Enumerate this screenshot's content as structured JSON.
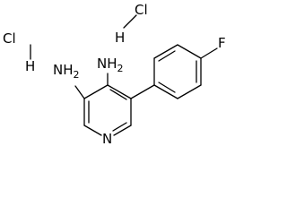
{
  "molecule": {
    "atom_labels": {
      "nh2_left": "NH",
      "nh2_left_sub": "2",
      "nh2_right": "NH",
      "nh2_right_sub": "2",
      "ring_nitrogen": "N",
      "fluorine": "F"
    },
    "salt": {
      "hcl_left_cl": "Cl",
      "hcl_left_h": "H",
      "hcl_right_cl": "Cl",
      "hcl_right_h": "H"
    }
  },
  "colors": {
    "bond": "#000000",
    "text": "#000000",
    "background": "#ffffff"
  }
}
